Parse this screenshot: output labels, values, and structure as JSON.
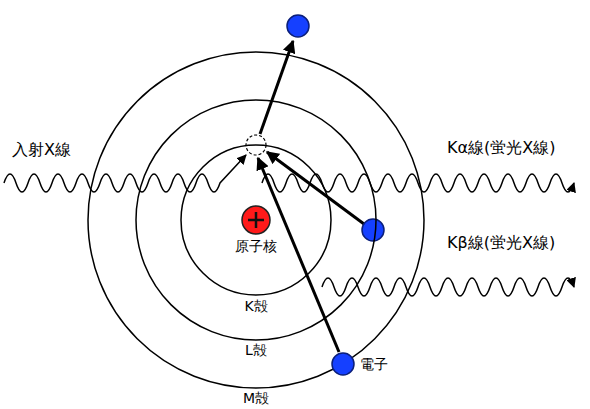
{
  "diagram": {
    "nodes": [
      {
        "text": [
          "M殻"
        ]
      },
      {
        "text": [
          "L殻"
        ],
        "in": 0
      },
      {
        "text": [
          "K殻"
        ],
        "in": 1
      },
      {
        "text": [
          "原子核"
        ],
        "in": 2
      },
      {
        "text": [
          "電子"
        ]
      }
    ],
    "labels": [
      "入射X線",
      "Kα線(蛍光X線)",
      "Kβ線(蛍光X線)"
    ]
  }
}
